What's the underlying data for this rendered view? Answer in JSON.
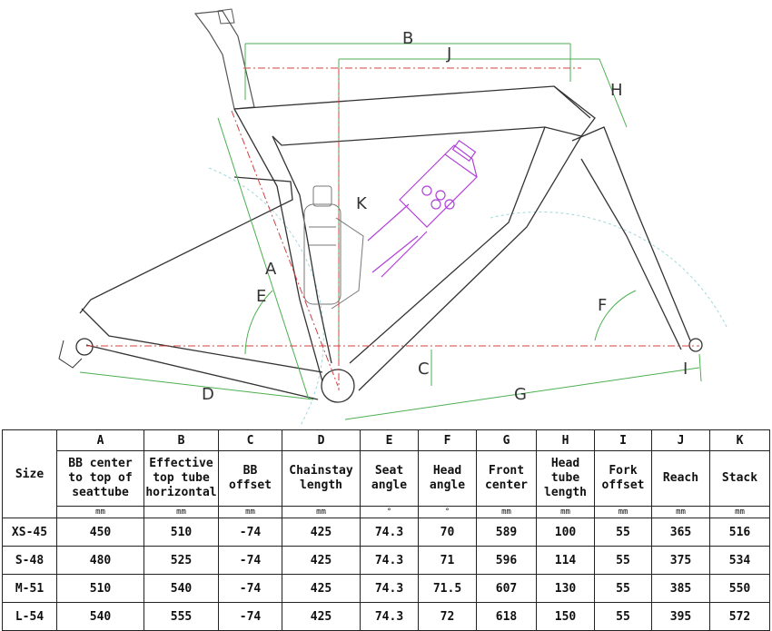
{
  "diagram": {
    "dimension_letters": [
      "A",
      "B",
      "C",
      "D",
      "E",
      "F",
      "G",
      "H",
      "I",
      "J",
      "K"
    ]
  },
  "table": {
    "size_header": "Size",
    "columns": [
      {
        "letter": "A",
        "name_lines": [
          "BB center",
          "to top of",
          "seattube"
        ],
        "unit": "mm"
      },
      {
        "letter": "B",
        "name_lines": [
          "Effective",
          "top tube",
          "horizontal"
        ],
        "unit": "mm"
      },
      {
        "letter": "C",
        "name_lines": [
          "BB",
          "offset"
        ],
        "unit": "mm"
      },
      {
        "letter": "D",
        "name_lines": [
          "Chainstay",
          "length"
        ],
        "unit": "mm"
      },
      {
        "letter": "E",
        "name_lines": [
          "Seat",
          "angle"
        ],
        "unit": "°"
      },
      {
        "letter": "F",
        "name_lines": [
          "Head",
          "angle"
        ],
        "unit": "°"
      },
      {
        "letter": "G",
        "name_lines": [
          "Front",
          "center"
        ],
        "unit": "mm"
      },
      {
        "letter": "H",
        "name_lines": [
          "Head",
          "tube",
          "length"
        ],
        "unit": "mm"
      },
      {
        "letter": "I",
        "name_lines": [
          "Fork",
          "offset"
        ],
        "unit": "mm"
      },
      {
        "letter": "J",
        "name_lines": [
          "Reach"
        ],
        "unit": "mm"
      },
      {
        "letter": "K",
        "name_lines": [
          "Stack"
        ],
        "unit": "mm"
      }
    ],
    "rows": [
      {
        "size": "XS-45",
        "values": [
          "450",
          "510",
          "-74",
          "425",
          "74.3",
          "70",
          "589",
          "100",
          "55",
          "365",
          "516"
        ]
      },
      {
        "size": "S-48",
        "values": [
          "480",
          "525",
          "-74",
          "425",
          "74.3",
          "71",
          "596",
          "114",
          "55",
          "375",
          "534"
        ]
      },
      {
        "size": "M-51",
        "values": [
          "510",
          "540",
          "-74",
          "425",
          "74.3",
          "71.5",
          "607",
          "130",
          "55",
          "385",
          "550"
        ]
      },
      {
        "size": "L-54",
        "values": [
          "540",
          "555",
          "-74",
          "425",
          "74.3",
          "72",
          "618",
          "150",
          "55",
          "395",
          "572"
        ]
      }
    ]
  }
}
